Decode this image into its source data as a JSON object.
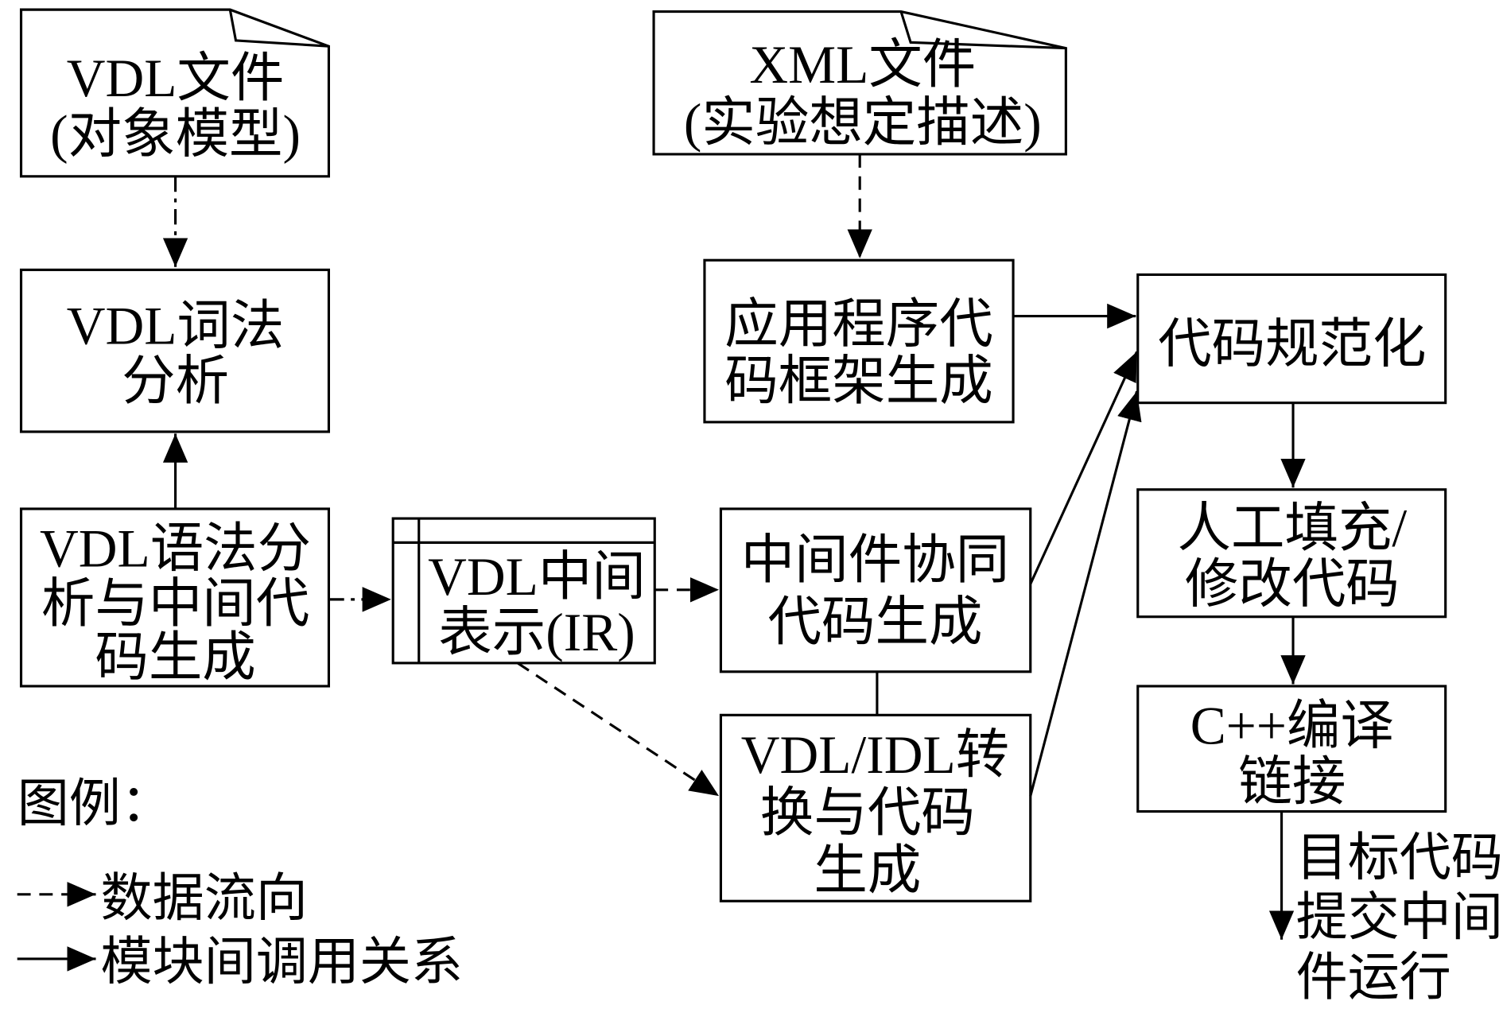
{
  "nodes": {
    "vdl_file": [
      "VDL文件",
      "(对象模型)"
    ],
    "lexical": [
      "VDL词法",
      "分析"
    ],
    "syntax": [
      "VDL语法分",
      "析与中间代",
      "码生成"
    ],
    "ir": [
      "VDL中间",
      "表示(IR)"
    ],
    "middleware": [
      "中间件协同",
      "代码生成"
    ],
    "idl": [
      "VDL/IDL转",
      "换与代码",
      "生成"
    ],
    "xml_file": [
      "XML文件",
      "(实验想定描述)"
    ],
    "app_frame": [
      "应用程序代",
      "码框架生成"
    ],
    "normalize": [
      "代码规范化"
    ],
    "manual": [
      "人工填充/",
      "修改代码"
    ],
    "compile": [
      "C++编译",
      "链接"
    ]
  },
  "output_label": [
    "目标代码",
    "提交中间",
    "件运行"
  ],
  "legend": {
    "title": "图例：",
    "data_flow": "数据流向",
    "call": "模块间调用关系"
  },
  "colors": {
    "stroke": "#000000",
    "background": "#ffffff"
  }
}
